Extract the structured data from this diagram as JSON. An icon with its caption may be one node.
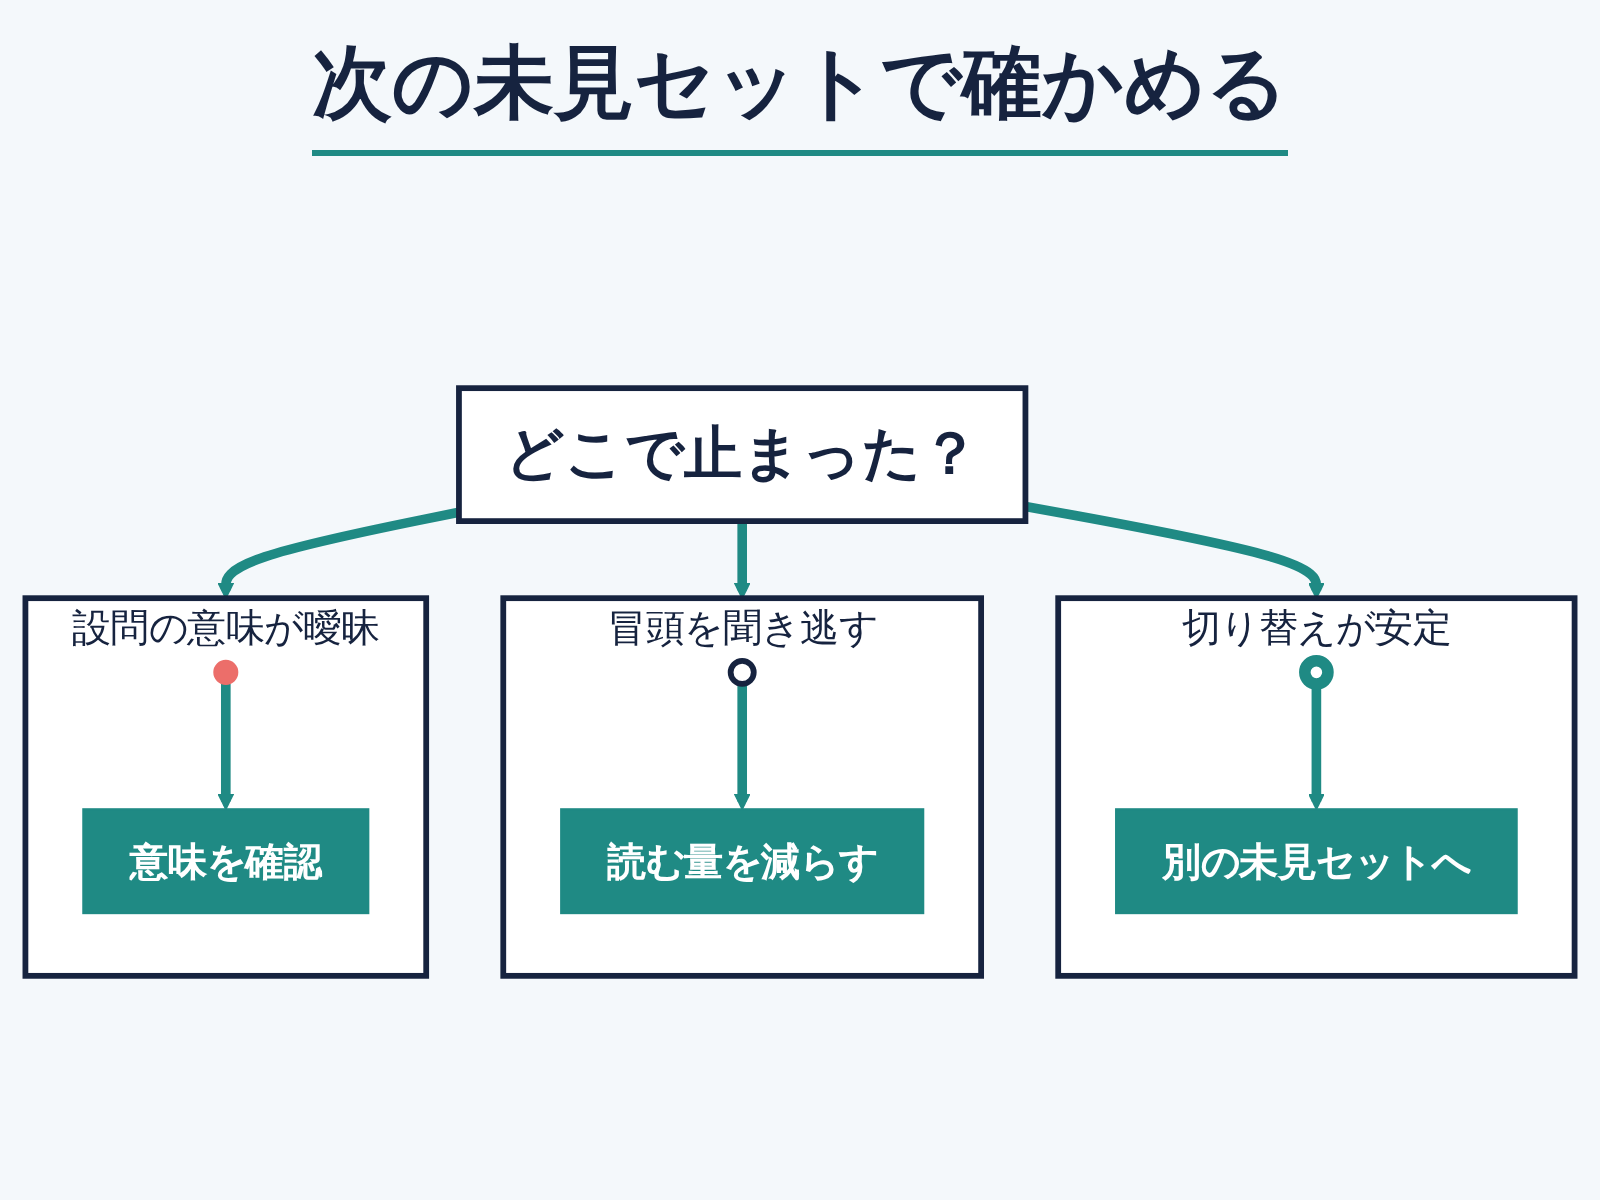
{
  "diagram": {
    "title": "次の未見セットで確かめる",
    "nodes": [
      {
        "text": [
          "どこで止まった？"
        ]
      },
      {
        "text": [
          "設問の意味が曖昧"
        ]
      },
      {
        "text": [],
        "shape": "bubble",
        "in": 1
      },
      {
        "text": [
          "意味を確認"
        ],
        "in": 1
      },
      {
        "text": [
          "冒頭を聞き逃す"
        ]
      },
      {
        "text": [],
        "shape": "ear",
        "in": 4
      },
      {
        "text": [
          "読む量を減らす"
        ],
        "in": 4
      },
      {
        "text": [
          "切り替えが安定"
        ]
      },
      {
        "text": [],
        "shape": "cycle",
        "in": 7
      },
      {
        "text": [
          "別の未見セットへ"
        ],
        "in": 7
      }
    ],
    "edges": [
      {
        "from": 0,
        "to": 1,
        "arrow": "to"
      },
      {
        "from": 0,
        "to": 4,
        "arrow": "to"
      },
      {
        "from": 0,
        "to": 7,
        "arrow": "to"
      },
      {
        "from": 2,
        "to": 3,
        "arrow": "to"
      },
      {
        "from": 5,
        "to": 6,
        "arrow": "to"
      },
      {
        "from": 8,
        "to": 9,
        "arrow": "to"
      }
    ]
  }
}
